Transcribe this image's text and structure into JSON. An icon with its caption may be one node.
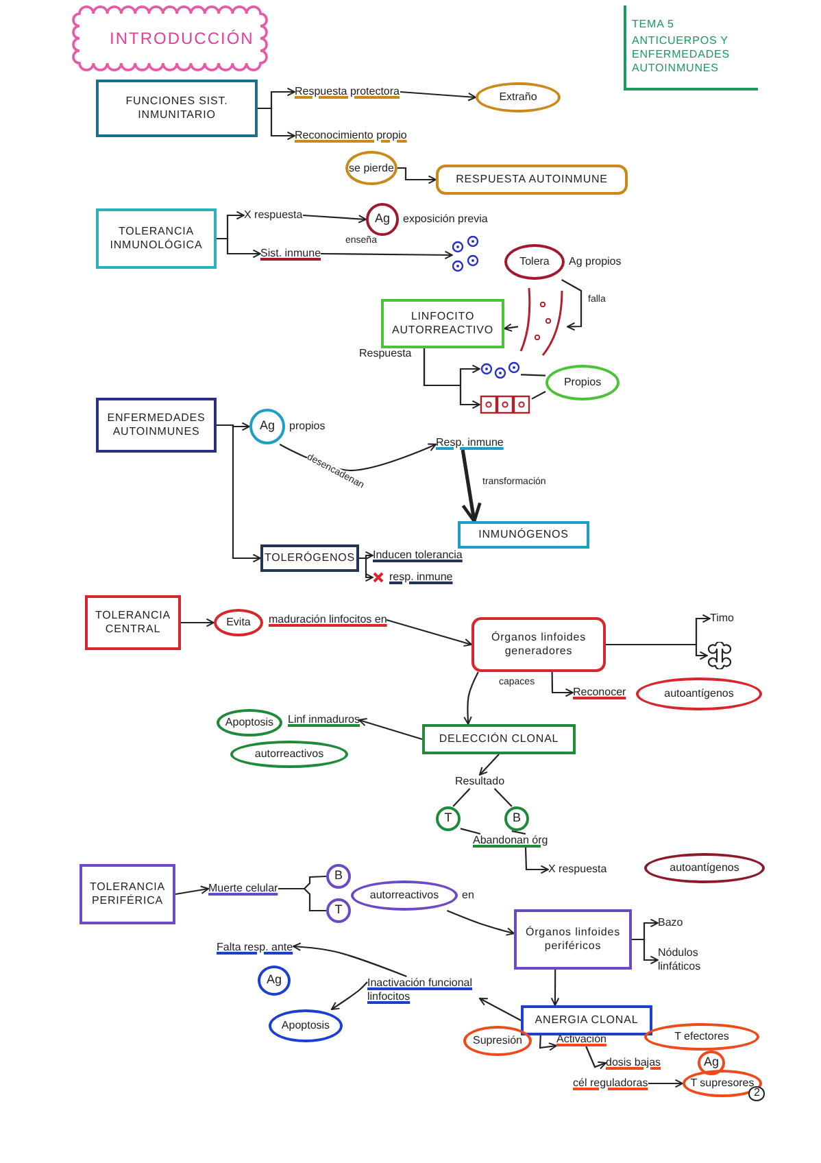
{
  "diagram": {
    "title": "INTRODUCCIÓN",
    "nodes": [
      {
        "text": [
          "TEMA 5",
          "ANTICUERPOS Y ENFERMEDADES AUTOINMUNES"
        ]
      },
      {
        "text": [
          "FUNCIONES SIST. INMUNITARIO"
        ]
      },
      {
        "text": [
          "Respuesta protectora"
        ]
      },
      {
        "text": [
          "Extraño"
        ]
      },
      {
        "text": [
          "Reconocimiento propio"
        ]
      },
      {
        "text": [
          "se pierde"
        ]
      },
      {
        "text": [
          "RESPUESTA AUTOINMUNE"
        ]
      },
      {
        "text": [
          "TOLERANCIA INMUNOLÓGICA"
        ]
      },
      {
        "text": [
          "X respuesta"
        ]
      },
      {
        "text": [
          "Ag"
        ],
        "beside": [
          "exposición previa"
        ]
      },
      {
        "text": [
          "Sist. inmune"
        ]
      },
      {
        "text": [],
        "shape": "picture"
      },
      {
        "text": [
          "Tolera"
        ],
        "beside": [
          "Ag propios"
        ]
      },
      {
        "text": [
          "LINFOCITO AUTORREACTIVO"
        ]
      },
      {
        "text": [],
        "shape": "picture"
      },
      {
        "text": [],
        "shape": "picture"
      },
      {
        "text": [],
        "shape": "picture"
      },
      {
        "text": [
          "Propios"
        ]
      },
      {
        "text": [
          "ENFERMEDADES AUTOINMUNES"
        ]
      },
      {
        "text": [
          "Ag"
        ],
        "beside": [
          "propios"
        ]
      },
      {
        "text": [
          "Resp. inmune"
        ]
      },
      {
        "text": [
          "INMUNÓGENOS"
        ]
      },
      {
        "text": [
          "TOLERÓGENOS"
        ]
      },
      {
        "text": [
          "Inducen tolerancia"
        ]
      },
      {
        "text": [
          "resp. inmune"
        ]
      },
      {
        "text": [
          "TOLERANCIA CENTRAL"
        ]
      },
      {
        "text": [
          "Evita"
        ]
      },
      {
        "text": [
          "maduración linfocitos en"
        ]
      },
      {
        "text": [
          "Órganos linfoides generadores"
        ]
      },
      {
        "text": [
          "Timo"
        ]
      },
      {
        "text": [],
        "shape": "picture"
      },
      {
        "text": [
          "Reconocer"
        ]
      },
      {
        "text": [
          "autoantígenos"
        ]
      },
      {
        "text": [
          "DELECCIÓN CLONAL"
        ]
      },
      {
        "text": [
          "Apoptosis"
        ]
      },
      {
        "text": [
          "Linf inmaduros"
        ]
      },
      {
        "text": [
          "autorreactivos"
        ]
      },
      {
        "text": [
          "Resultado"
        ]
      },
      {
        "text": [
          "T"
        ]
      },
      {
        "text": [
          "B"
        ]
      },
      {
        "text": [
          "Abandonan órg"
        ]
      },
      {
        "text": [
          "X respuesta"
        ]
      },
      {
        "text": [
          "autoantígenos"
        ]
      },
      {
        "text": [
          "TOLERANCIA PERIFÉRICA"
        ]
      },
      {
        "text": [
          "Muerte celular"
        ]
      },
      {
        "text": [
          "B"
        ]
      },
      {
        "text": [
          "T"
        ]
      },
      {
        "text": [
          "autorreactivos"
        ],
        "beside": [
          "en"
        ]
      },
      {
        "text": [
          "Órganos linfoides periféricos"
        ]
      },
      {
        "text": [
          "Bazo"
        ]
      },
      {
        "text": [
          "Nódulos linfáticos"
        ]
      },
      {
        "text": [
          "Inactivación funcional linfocitos"
        ]
      },
      {
        "text": [
          "ANERGIA CLONAL"
        ]
      },
      {
        "text": [
          "Falta resp. ante"
        ]
      },
      {
        "text": [
          "Ag"
        ]
      },
      {
        "text": [
          "Apoptosis"
        ]
      },
      {
        "text": [
          "Supresión"
        ]
      },
      {
        "text": [
          "Activación"
        ]
      },
      {
        "text": [
          "T efectores"
        ]
      },
      {
        "text": [
          "dosis bajas"
        ]
      },
      {
        "text": [
          "Ag"
        ]
      },
      {
        "text": [
          "cél reguladoras"
        ]
      },
      {
        "text": [
          "T supresores"
        ]
      }
    ],
    "edges": [
      {
        "from": 1,
        "to": 2,
        "arrow": "to"
      },
      {
        "from": 1,
        "to": 4,
        "arrow": "to"
      },
      {
        "from": 2,
        "to": 3,
        "arrow": "to"
      },
      {
        "from": 5,
        "to": 6,
        "arrow": "to"
      },
      {
        "from": 7,
        "to": 8,
        "arrow": "to"
      },
      {
        "from": 7,
        "to": 10,
        "arrow": "to"
      },
      {
        "from": 8,
        "to": 9,
        "arrow": "to"
      },
      {
        "from": 10,
        "to": 11,
        "arrow": "to",
        "label": "enseña"
      },
      {
        "from": 12,
        "to": 14,
        "arrow": "to",
        "label": "falla"
      },
      {
        "from": 14,
        "to": 13,
        "arrow": "to"
      },
      {
        "from": 13,
        "to": 15,
        "arrow": "to"
      },
      {
        "from": 13,
        "to": 16,
        "arrow": "to"
      },
      {
        "from": 15,
        "to": 17,
        "arrow": "none"
      },
      {
        "from": 16,
        "to": 17,
        "arrow": "none"
      },
      {
        "from": 18,
        "to": 19,
        "arrow": "to"
      },
      {
        "from": 18,
        "to": 22,
        "arrow": "to"
      },
      {
        "from": 19,
        "to": 20,
        "arrow": "to",
        "label": "desencadenan"
      },
      {
        "from": 20,
        "to": 21,
        "arrow": "to",
        "label": "transformación",
        "style": "thick"
      },
      {
        "from": 22,
        "to": 23,
        "arrow": "to"
      },
      {
        "from": 22,
        "to": 24,
        "arrow": "to"
      },
      {
        "from": 25,
        "to": 26,
        "arrow": "to"
      },
      {
        "from": 27,
        "to": 28,
        "arrow": "to"
      },
      {
        "from": 28,
        "to": 29,
        "arrow": "to"
      },
      {
        "from": 28,
        "to": 30,
        "arrow": "to"
      },
      {
        "from": 28,
        "to": 31,
        "arrow": "to",
        "label": "capaces"
      },
      {
        "from": 28,
        "to": 33,
        "arrow": "to"
      },
      {
        "from": 33,
        "to": 35,
        "arrow": "to"
      },
      {
        "from": 33,
        "to": 37,
        "arrow": "to"
      },
      {
        "from": 37,
        "to": 38,
        "arrow": "none"
      },
      {
        "from": 37,
        "to": 39,
        "arrow": "none"
      },
      {
        "from": 38,
        "to": 40,
        "arrow": "none"
      },
      {
        "from": 39,
        "to": 40,
        "arrow": "none"
      },
      {
        "from": 40,
        "to": 41,
        "arrow": "to"
      },
      {
        "from": 43,
        "to": 44,
        "arrow": "to"
      },
      {
        "from": 47,
        "to": 48,
        "arrow": "to"
      },
      {
        "from": 48,
        "to": 49,
        "arrow": "to"
      },
      {
        "from": 48,
        "to": 50,
        "arrow": "to"
      },
      {
        "from": 48,
        "to": 52,
        "arrow": "to"
      },
      {
        "from": 52,
        "to": 51,
        "arrow": "to"
      },
      {
        "from": 51,
        "to": 53,
        "arrow": "to"
      },
      {
        "from": 51,
        "to": 55,
        "arrow": "to"
      },
      {
        "from": 52,
        "to": 57,
        "arrow": "to"
      },
      {
        "from": 57,
        "to": 59,
        "arrow": "to"
      },
      {
        "from": 61,
        "to": 62,
        "arrow": "to"
      },
      {
        "from": 44,
        "to": 45,
        "arrow": "none"
      },
      {
        "from": 44,
        "to": 46,
        "arrow": "none"
      }
    ],
    "labels": [
      "Respuesta",
      "2"
    ]
  }
}
